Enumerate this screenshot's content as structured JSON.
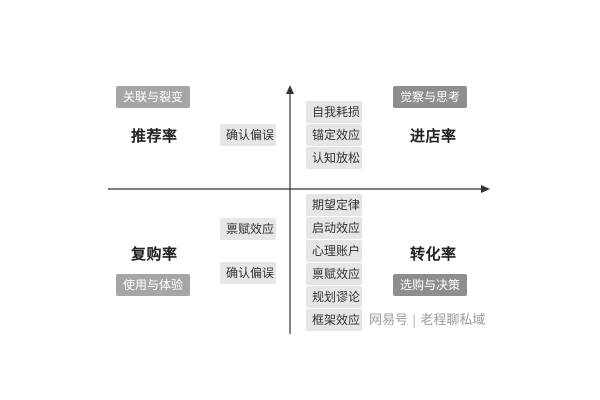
{
  "quadrants": {
    "top_left": {
      "title": "推荐率",
      "badge": "关联与裂变",
      "effects": [
        "确认偏误"
      ]
    },
    "top_right": {
      "title": "进店率",
      "badge": "觉察与思考",
      "effects": [
        "自我耗损",
        "锚定效应",
        "认知放松"
      ]
    },
    "bottom_left": {
      "title": "复购率",
      "badge": "使用与体验",
      "effects": [
        "禀赋效应",
        "确认偏误"
      ]
    },
    "bottom_right": {
      "title": "转化率",
      "badge": "选购与决策",
      "effects": [
        "期望定律",
        "启动效应",
        "心理账户",
        "禀赋效应",
        "规划谬论",
        "框架效应"
      ]
    }
  },
  "watermark": {
    "brand": "网易号",
    "separator": "|",
    "author": "老程聊私域"
  },
  "colors": {
    "axis": "#333333",
    "tag_bg": "#e6e6e6",
    "tag_dark_bg": "#8e8e8e"
  }
}
